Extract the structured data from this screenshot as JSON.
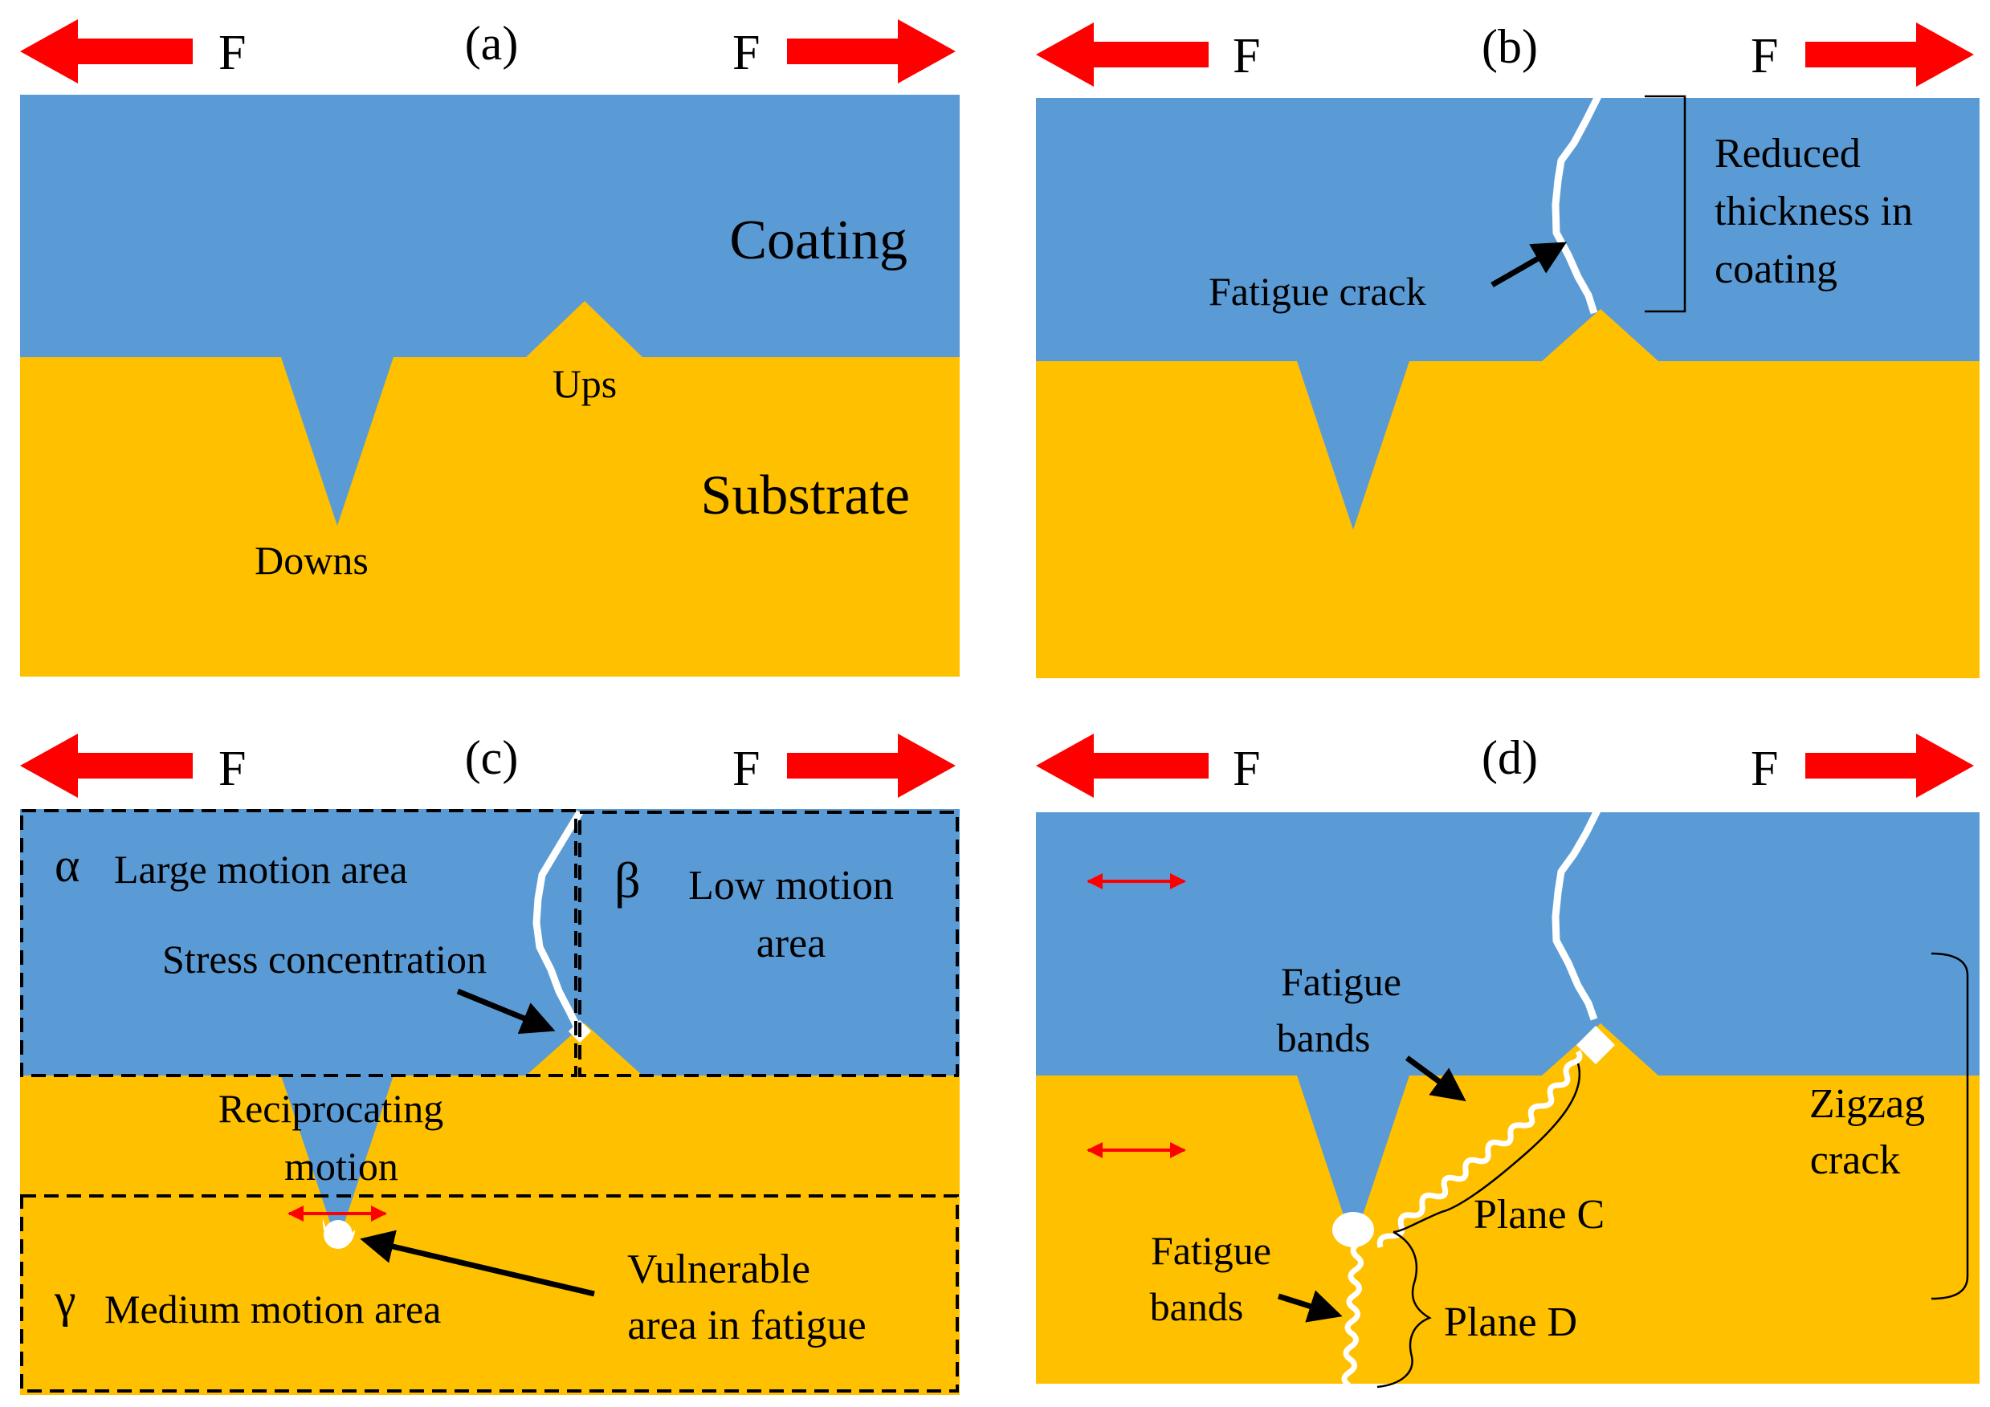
{
  "force_label": "F",
  "colors": {
    "coating": "#5B9BD5",
    "substrate": "#FFC000",
    "arrow": "#FF0000",
    "crack": "#FFFFFF"
  },
  "panel_a": {
    "label": "(a)",
    "coating": "Coating",
    "substrate": "Substrate",
    "ups": "Ups",
    "downs": "Downs"
  },
  "panel_b": {
    "label": "(b)",
    "fatigue_crack": "Fatigue  crack",
    "reduced_line1": "Reduced",
    "reduced_line2": "thickness  in",
    "reduced_line3": "coating"
  },
  "panel_c": {
    "label": "(c)",
    "alpha_symbol": "α",
    "alpha_text": "Large  motion area",
    "beta_symbol": "β",
    "beta_line1": "Low motion",
    "beta_line2": "area",
    "stress": "Stress concentration",
    "recip_line1": "Reciprocating",
    "recip_line2": "motion",
    "gamma_symbol": "γ",
    "gamma_text": "Medium motion area",
    "vuln_line1": "Vulnerable",
    "vuln_line2": "area in fatigue"
  },
  "panel_d": {
    "label": "(d)",
    "bands1_line1": "Fatigue",
    "bands1_line2": "bands",
    "bands2_line1": "Fatigue",
    "bands2_line2": "bands",
    "plane_c": "Plane C",
    "plane_d": "Plane D",
    "zigzag_line1": "Zigzag",
    "zigzag_line2": "crack"
  }
}
